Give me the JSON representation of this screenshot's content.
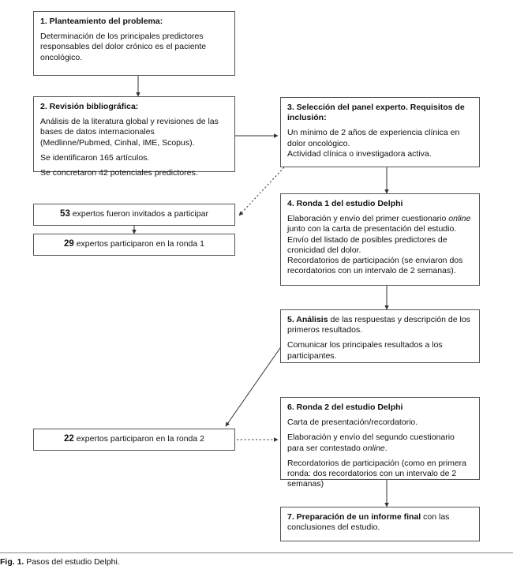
{
  "figure": {
    "caption_label": "Fig. 1.",
    "caption_text": "Pasos del estudio Delphi."
  },
  "colors": {
    "box_border": "#555555",
    "text": "#111111",
    "connector": "#333333",
    "background": "#ffffff"
  },
  "boxes": {
    "step1": {
      "title": "1. Planteamiento del problema:",
      "body1": "Determinación de los principales predictores responsables del dolor crónico es el paciente oncológico."
    },
    "step2": {
      "title": "2. Revisión bibliográfica:",
      "body1": "Análisis de la literatura global y revisiones de las bases de datos internacionales (Medlinne/Pubmed, Cinhal, IME, Scopus).",
      "body2": "Se identificaron 165 artículos.",
      "body3": "Se concretaron 42 potenciales predictores."
    },
    "step3": {
      "title": "3. Selección del panel experto. Requisitos de inclusión:",
      "body1": "Un mínimo de 2 años de experiencia clínica en dolor oncológico.",
      "body2": "Actividad clínica o investigadora activa."
    },
    "step4": {
      "title": "4. Ronda 1 del estudio Delphi",
      "body1_pre": "Elaboración y envío del primer cuestionario ",
      "body1_em": "online",
      "body1_post": " junto con la carta de presentación del estudio.",
      "body2": "Envío del listado de posibles predictores de cronicidad del dolor.",
      "body3": "Recordatorios de participación (se enviaron dos recordatorios con un intervalo de 2 semanas)."
    },
    "step5": {
      "title_num": "5. Análisis",
      "title_rest": " de las respuestas y descripción de los primeros resultados.",
      "body1": "Comunicar los principales resultados a los participantes."
    },
    "step6": {
      "title": "6. Ronda 2 del estudio Delphi",
      "body1": "Carta de presentación/recordatorio.",
      "body2_pre": "Elaboración y envío del segundo cuestionario para ser contestado ",
      "body2_em": "online",
      "body2_post": ".",
      "body3": "Recordatorios de participación (como en primera ronda: dos recordatorios con un intervalo de 2 semanas)"
    },
    "step7": {
      "title": "7. Preparación de un informe final",
      "title_rest": " con las conclusiones del estudio."
    },
    "invited": {
      "count": "53",
      "text": " expertos fueron invitados a participar"
    },
    "round1_participants": {
      "count": "29",
      "text": " expertos participaron en la ronda 1"
    },
    "round2_participants": {
      "count": "22",
      "text": " expertos participaron en la ronda 2"
    }
  },
  "connectors": [
    {
      "name": "step1-to-step2",
      "style": "solid"
    },
    {
      "name": "step2-to-step3",
      "style": "solid"
    },
    {
      "name": "step3-to-invited",
      "style": "dotted"
    },
    {
      "name": "step3-to-step4",
      "style": "solid"
    },
    {
      "name": "invited-to-round1",
      "style": "solid"
    },
    {
      "name": "step4-to-step5",
      "style": "solid"
    },
    {
      "name": "step5-to-round2",
      "style": "solid"
    },
    {
      "name": "round2-to-step6",
      "style": "dotted"
    },
    {
      "name": "step6-to-step7",
      "style": "solid"
    }
  ]
}
